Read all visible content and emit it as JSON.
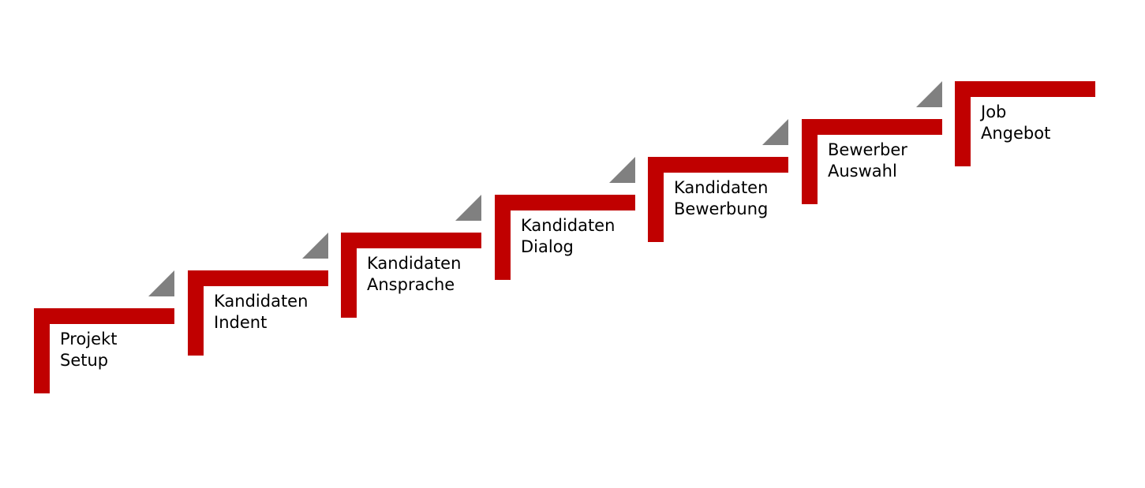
{
  "diagram": {
    "title_visible": false,
    "colors": {
      "bar": "#c00000",
      "triangle": "#808080",
      "text": "#000000"
    },
    "steps": [
      {
        "line1": "Projekt",
        "line2": "Setup"
      },
      {
        "line1": "Kandidaten",
        "line2": "Indent"
      },
      {
        "line1": "Kandidaten",
        "line2": "Ansprache"
      },
      {
        "line1": "Kandidaten",
        "line2": "Dialog"
      },
      {
        "line1": "Kandidaten",
        "line2": "Bewerbung"
      },
      {
        "line1": "Bewerber",
        "line2": "Auswahl"
      },
      {
        "line1": "Job",
        "line2": "Angebot"
      }
    ]
  }
}
